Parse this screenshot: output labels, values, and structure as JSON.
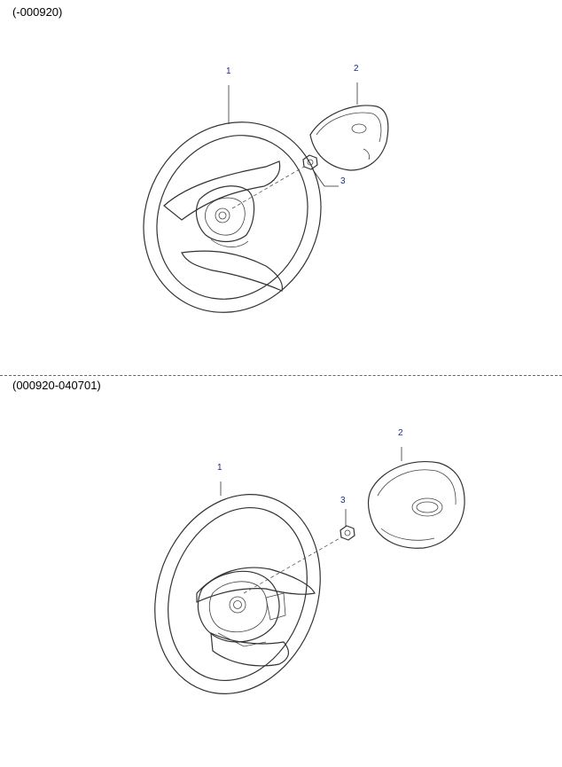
{
  "sections": [
    {
      "range": "(-000920)",
      "callouts": [
        {
          "number": "1",
          "part": "steering-wheel"
        },
        {
          "number": "2",
          "part": "horn-pad-airbag-cover"
        },
        {
          "number": "3",
          "part": "nut"
        }
      ]
    },
    {
      "range": "(000920-040701)",
      "callouts": [
        {
          "number": "1",
          "part": "steering-wheel"
        },
        {
          "number": "2",
          "part": "horn-pad-airbag-cover"
        },
        {
          "number": "3",
          "part": "nut"
        }
      ]
    }
  ],
  "colors": {
    "line": "#333333",
    "callout_text": "#1f2a8a",
    "divider": "#666666"
  }
}
